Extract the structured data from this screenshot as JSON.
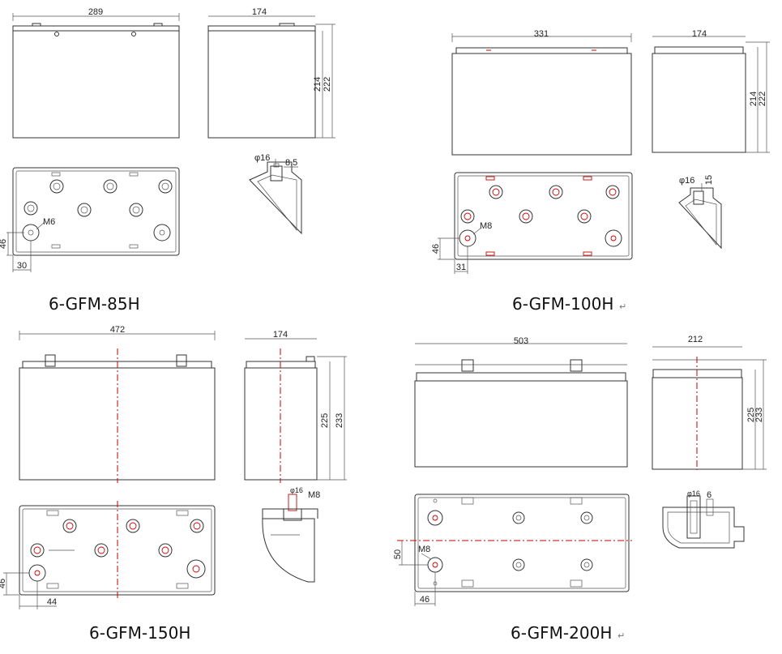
{
  "models": {
    "m85": {
      "caption": "6-GFM-85H",
      "length": "289",
      "width": "174",
      "height": "214",
      "total_height": "222",
      "terminal_dia": "φ16",
      "terminal_offset": "8.5",
      "bolt": "M6",
      "edge_y": "46",
      "edge_x": "30"
    },
    "m100": {
      "caption": "6-GFM-100H",
      "length": "331",
      "width": "174",
      "height": "214",
      "total_height": "222",
      "terminal_dia": "φ16",
      "terminal_offset": "15",
      "bolt": "M8",
      "edge_y": "46",
      "edge_x": "31"
    },
    "m150": {
      "caption": "6-GFM-150H",
      "length": "472",
      "width": "174",
      "height": "225",
      "total_height": "233",
      "terminal_dia": "φ16",
      "bolt": "M8",
      "edge_y": "46",
      "edge_x": "44"
    },
    "m200": {
      "caption": "6-GFM-200H",
      "length": "503",
      "width": "212",
      "height": "225",
      "total_height": "233",
      "terminal_dia": "φ16",
      "terminal_offset": "6",
      "bolt": "M8",
      "edge_y": "50",
      "edge_x": "46"
    }
  },
  "return_mark": "↵",
  "colors": {
    "line": "#333333",
    "centerline": "#cc0000"
  }
}
